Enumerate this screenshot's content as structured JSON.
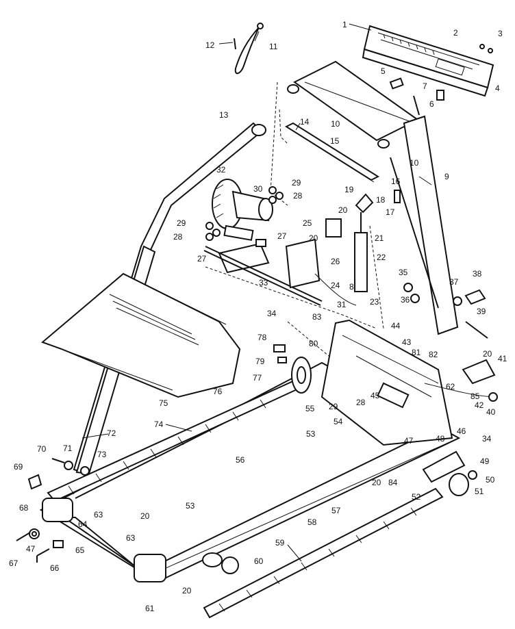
{
  "callouts": [
    {
      "id": "c1",
      "text": "1"
    },
    {
      "id": "c2",
      "text": "2"
    },
    {
      "id": "c3",
      "text": "3"
    },
    {
      "id": "c4",
      "text": "4"
    },
    {
      "id": "c5",
      "text": "5"
    },
    {
      "id": "c6",
      "text": "6"
    },
    {
      "id": "c7",
      "text": "7"
    },
    {
      "id": "c8",
      "text": "8"
    },
    {
      "id": "c9",
      "text": "9"
    },
    {
      "id": "c10a",
      "text": "10"
    },
    {
      "id": "c10b",
      "text": "10"
    },
    {
      "id": "c11",
      "text": "11"
    },
    {
      "id": "c12",
      "text": "12"
    },
    {
      "id": "c13",
      "text": "13"
    },
    {
      "id": "c14",
      "text": "14"
    },
    {
      "id": "c15",
      "text": "15"
    },
    {
      "id": "c16",
      "text": "16"
    },
    {
      "id": "c17",
      "text": "17"
    },
    {
      "id": "c18",
      "text": "18"
    },
    {
      "id": "c19",
      "text": "19"
    },
    {
      "id": "c20a",
      "text": "20"
    },
    {
      "id": "c20b",
      "text": "20"
    },
    {
      "id": "c20c",
      "text": "20"
    },
    {
      "id": "c20d",
      "text": "20"
    },
    {
      "id": "c20e",
      "text": "20"
    },
    {
      "id": "c20f",
      "text": "20"
    },
    {
      "id": "c21",
      "text": "21"
    },
    {
      "id": "c22",
      "text": "22"
    },
    {
      "id": "c23",
      "text": "23"
    },
    {
      "id": "c24",
      "text": "24"
    },
    {
      "id": "c25",
      "text": "25"
    },
    {
      "id": "c26",
      "text": "26"
    },
    {
      "id": "c27a",
      "text": "27"
    },
    {
      "id": "c27b",
      "text": "27"
    },
    {
      "id": "c28a",
      "text": "28"
    },
    {
      "id": "c28b",
      "text": "28"
    },
    {
      "id": "c28c",
      "text": "28"
    },
    {
      "id": "c29a",
      "text": "29"
    },
    {
      "id": "c29b",
      "text": "29"
    },
    {
      "id": "c29c",
      "text": "29"
    },
    {
      "id": "c30",
      "text": "30"
    },
    {
      "id": "c31",
      "text": "31"
    },
    {
      "id": "c32",
      "text": "32"
    },
    {
      "id": "c33",
      "text": "33"
    },
    {
      "id": "c34a",
      "text": "34"
    },
    {
      "id": "c34b",
      "text": "34"
    },
    {
      "id": "c35",
      "text": "35"
    },
    {
      "id": "c36",
      "text": "36"
    },
    {
      "id": "c37",
      "text": "37"
    },
    {
      "id": "c38",
      "text": "38"
    },
    {
      "id": "c39",
      "text": "39"
    },
    {
      "id": "c40",
      "text": "40"
    },
    {
      "id": "c41",
      "text": "41"
    },
    {
      "id": "c42",
      "text": "42"
    },
    {
      "id": "c43",
      "text": "43"
    },
    {
      "id": "c44",
      "text": "44"
    },
    {
      "id": "c45",
      "text": "45"
    },
    {
      "id": "c46",
      "text": "46"
    },
    {
      "id": "c47a",
      "text": "47"
    },
    {
      "id": "c47b",
      "text": "47"
    },
    {
      "id": "c48",
      "text": "48"
    },
    {
      "id": "c49",
      "text": "49"
    },
    {
      "id": "c50",
      "text": "50"
    },
    {
      "id": "c51",
      "text": "51"
    },
    {
      "id": "c52",
      "text": "52"
    },
    {
      "id": "c53a",
      "text": "53"
    },
    {
      "id": "c53b",
      "text": "53"
    },
    {
      "id": "c54",
      "text": "54"
    },
    {
      "id": "c55",
      "text": "55"
    },
    {
      "id": "c56",
      "text": "56"
    },
    {
      "id": "c57",
      "text": "57"
    },
    {
      "id": "c58",
      "text": "58"
    },
    {
      "id": "c59",
      "text": "59"
    },
    {
      "id": "c60",
      "text": "60"
    },
    {
      "id": "c61",
      "text": "61"
    },
    {
      "id": "c62",
      "text": "62"
    },
    {
      "id": "c63a",
      "text": "63"
    },
    {
      "id": "c63b",
      "text": "63"
    },
    {
      "id": "c64",
      "text": "64"
    },
    {
      "id": "c65",
      "text": "65"
    },
    {
      "id": "c66",
      "text": "66"
    },
    {
      "id": "c67",
      "text": "67"
    },
    {
      "id": "c68",
      "text": "68"
    },
    {
      "id": "c69",
      "text": "69"
    },
    {
      "id": "c70",
      "text": "70"
    },
    {
      "id": "c71",
      "text": "71"
    },
    {
      "id": "c72",
      "text": "72"
    },
    {
      "id": "c73",
      "text": "73"
    },
    {
      "id": "c74",
      "text": "74"
    },
    {
      "id": "c75",
      "text": "75"
    },
    {
      "id": "c76",
      "text": "76"
    },
    {
      "id": "c77",
      "text": "77"
    },
    {
      "id": "c78",
      "text": "78"
    },
    {
      "id": "c79",
      "text": "79"
    },
    {
      "id": "c80",
      "text": "80"
    },
    {
      "id": "c81",
      "text": "81"
    },
    {
      "id": "c82",
      "text": "82"
    },
    {
      "id": "c83",
      "text": "83"
    },
    {
      "id": "c84",
      "text": "84"
    },
    {
      "id": "c85",
      "text": "85"
    }
  ],
  "colors": {
    "ink": "#111111",
    "paper": "#ffffff"
  }
}
